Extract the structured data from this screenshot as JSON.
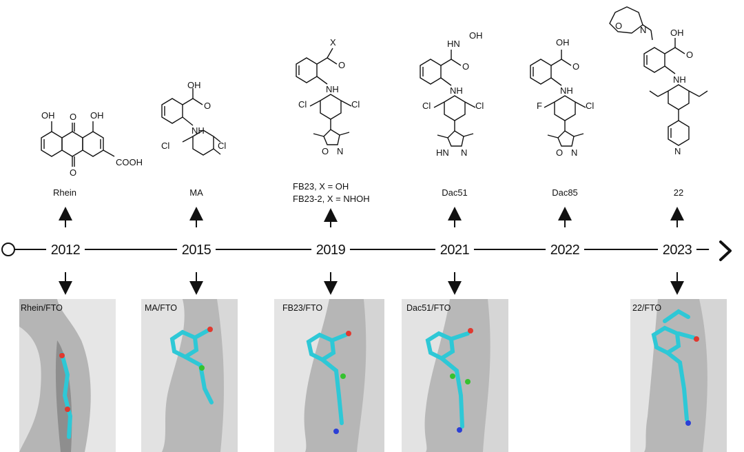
{
  "timeline": {
    "years": [
      "2012",
      "2015",
      "2019",
      "2021",
      "2022",
      "2023"
    ],
    "accent": "#4b4f8c",
    "arrow_icon": "chevron-right-icon"
  },
  "compounds": [
    {
      "name": "Rhein",
      "groups": [
        "OH",
        "O",
        "OH",
        "O",
        "COOH"
      ]
    },
    {
      "name": "MA",
      "groups": [
        "OH",
        "O",
        "NH",
        "Cl",
        "Cl"
      ]
    },
    {
      "name_lines": [
        "FB23, X = OH",
        "FB23-2, X = NHOH"
      ],
      "groups": [
        "X",
        "O",
        "NH",
        "Cl",
        "Cl",
        "O",
        "N"
      ]
    },
    {
      "name": "Dac51",
      "groups": [
        "HN",
        "OH",
        "O",
        "NH",
        "Cl",
        "Cl",
        "HN",
        "N"
      ]
    },
    {
      "name": "Dac85",
      "groups": [
        "OH",
        "O",
        "NH",
        "F",
        "Cl",
        "O",
        "N"
      ]
    },
    {
      "name": "22",
      "groups": [
        "O",
        "N",
        "OH",
        "O",
        "NH",
        "N"
      ]
    }
  ],
  "pockets": [
    "Rhein/FTO",
    "MA/FTO",
    "FB23/FTO",
    "Dac51/FTO",
    "22/FTO"
  ],
  "colors": {
    "ligand": "#2ec8d6",
    "oxygen": "#e0392f",
    "chlorine": "#35c22f",
    "nitrogen": "#2b3fd6",
    "surface": "#b9b9b9"
  }
}
